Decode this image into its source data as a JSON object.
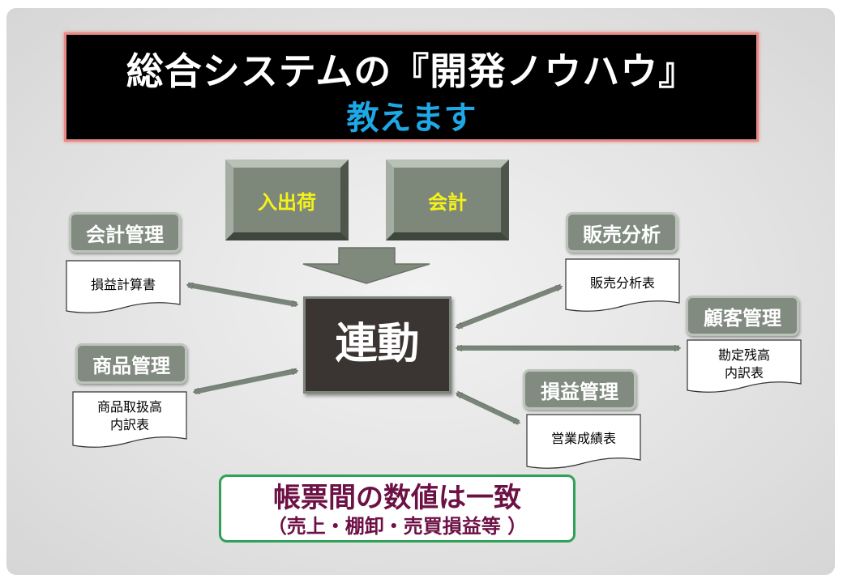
{
  "banner": {
    "title": "総合システムの『開発ノウハウ』",
    "subtitle": "教えます"
  },
  "sources": [
    {
      "label": "入出荷"
    },
    {
      "label": "会計"
    }
  ],
  "center": {
    "label": "連動"
  },
  "modules": {
    "accounting": {
      "tag": "会計管理",
      "doc": "損益計算書"
    },
    "products": {
      "tag": "商品管理",
      "doc_line1": "商品取扱高",
      "doc_line2": "内訳表"
    },
    "sales": {
      "tag": "販売分析",
      "doc": "販売分析表"
    },
    "customers": {
      "tag": "顧客管理",
      "doc_line1": "勘定残高",
      "doc_line2": "内訳表"
    },
    "profit": {
      "tag": "損益管理",
      "doc": "営業成績表"
    }
  },
  "summary": {
    "main": "帳票間の数値は一致",
    "sub": "（売上・棚卸・売買損益等 ）"
  },
  "colors": {
    "tag_fill": "#818b80",
    "center_fill": "#3a3533",
    "source_text": "#f5f21a",
    "banner_sub": "#1ea8e6",
    "summary_text": "#6d1145",
    "summary_border": "#2fa25a"
  }
}
